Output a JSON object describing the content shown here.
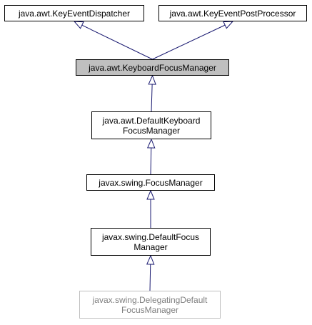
{
  "diagram": {
    "nodes": [
      {
        "id": "ked",
        "lines": [
          "java.awt.KeyEventDispatcher"
        ]
      },
      {
        "id": "kepp",
        "lines": [
          "java.awt.KeyEventPostProcessor"
        ]
      },
      {
        "id": "kfm",
        "lines": [
          "java.awt.KeyboardFocusManager"
        ]
      },
      {
        "id": "dkfm",
        "lines": [
          "java.awt.DefaultKeyboard",
          "FocusManager"
        ]
      },
      {
        "id": "fm",
        "lines": [
          "javax.swing.FocusManager"
        ]
      },
      {
        "id": "dfm",
        "lines": [
          "javax.swing.DefaultFocus",
          "Manager"
        ]
      },
      {
        "id": "ddfm",
        "lines": [
          "javax.swing.DelegatingDefault",
          "FocusManager"
        ]
      }
    ],
    "edges": [
      {
        "from": "kfm",
        "to": "ked"
      },
      {
        "from": "kfm",
        "to": "kepp"
      },
      {
        "from": "dkfm",
        "to": "kfm"
      },
      {
        "from": "fm",
        "to": "dkfm"
      },
      {
        "from": "dfm",
        "to": "fm"
      },
      {
        "from": "ddfm",
        "to": "dfm"
      }
    ],
    "colors": {
      "edge": "#191970",
      "node_border": "#000000",
      "highlight_fill": "#bfbfbf",
      "external_border": "#bfbfbf",
      "external_text": "#808080"
    }
  }
}
